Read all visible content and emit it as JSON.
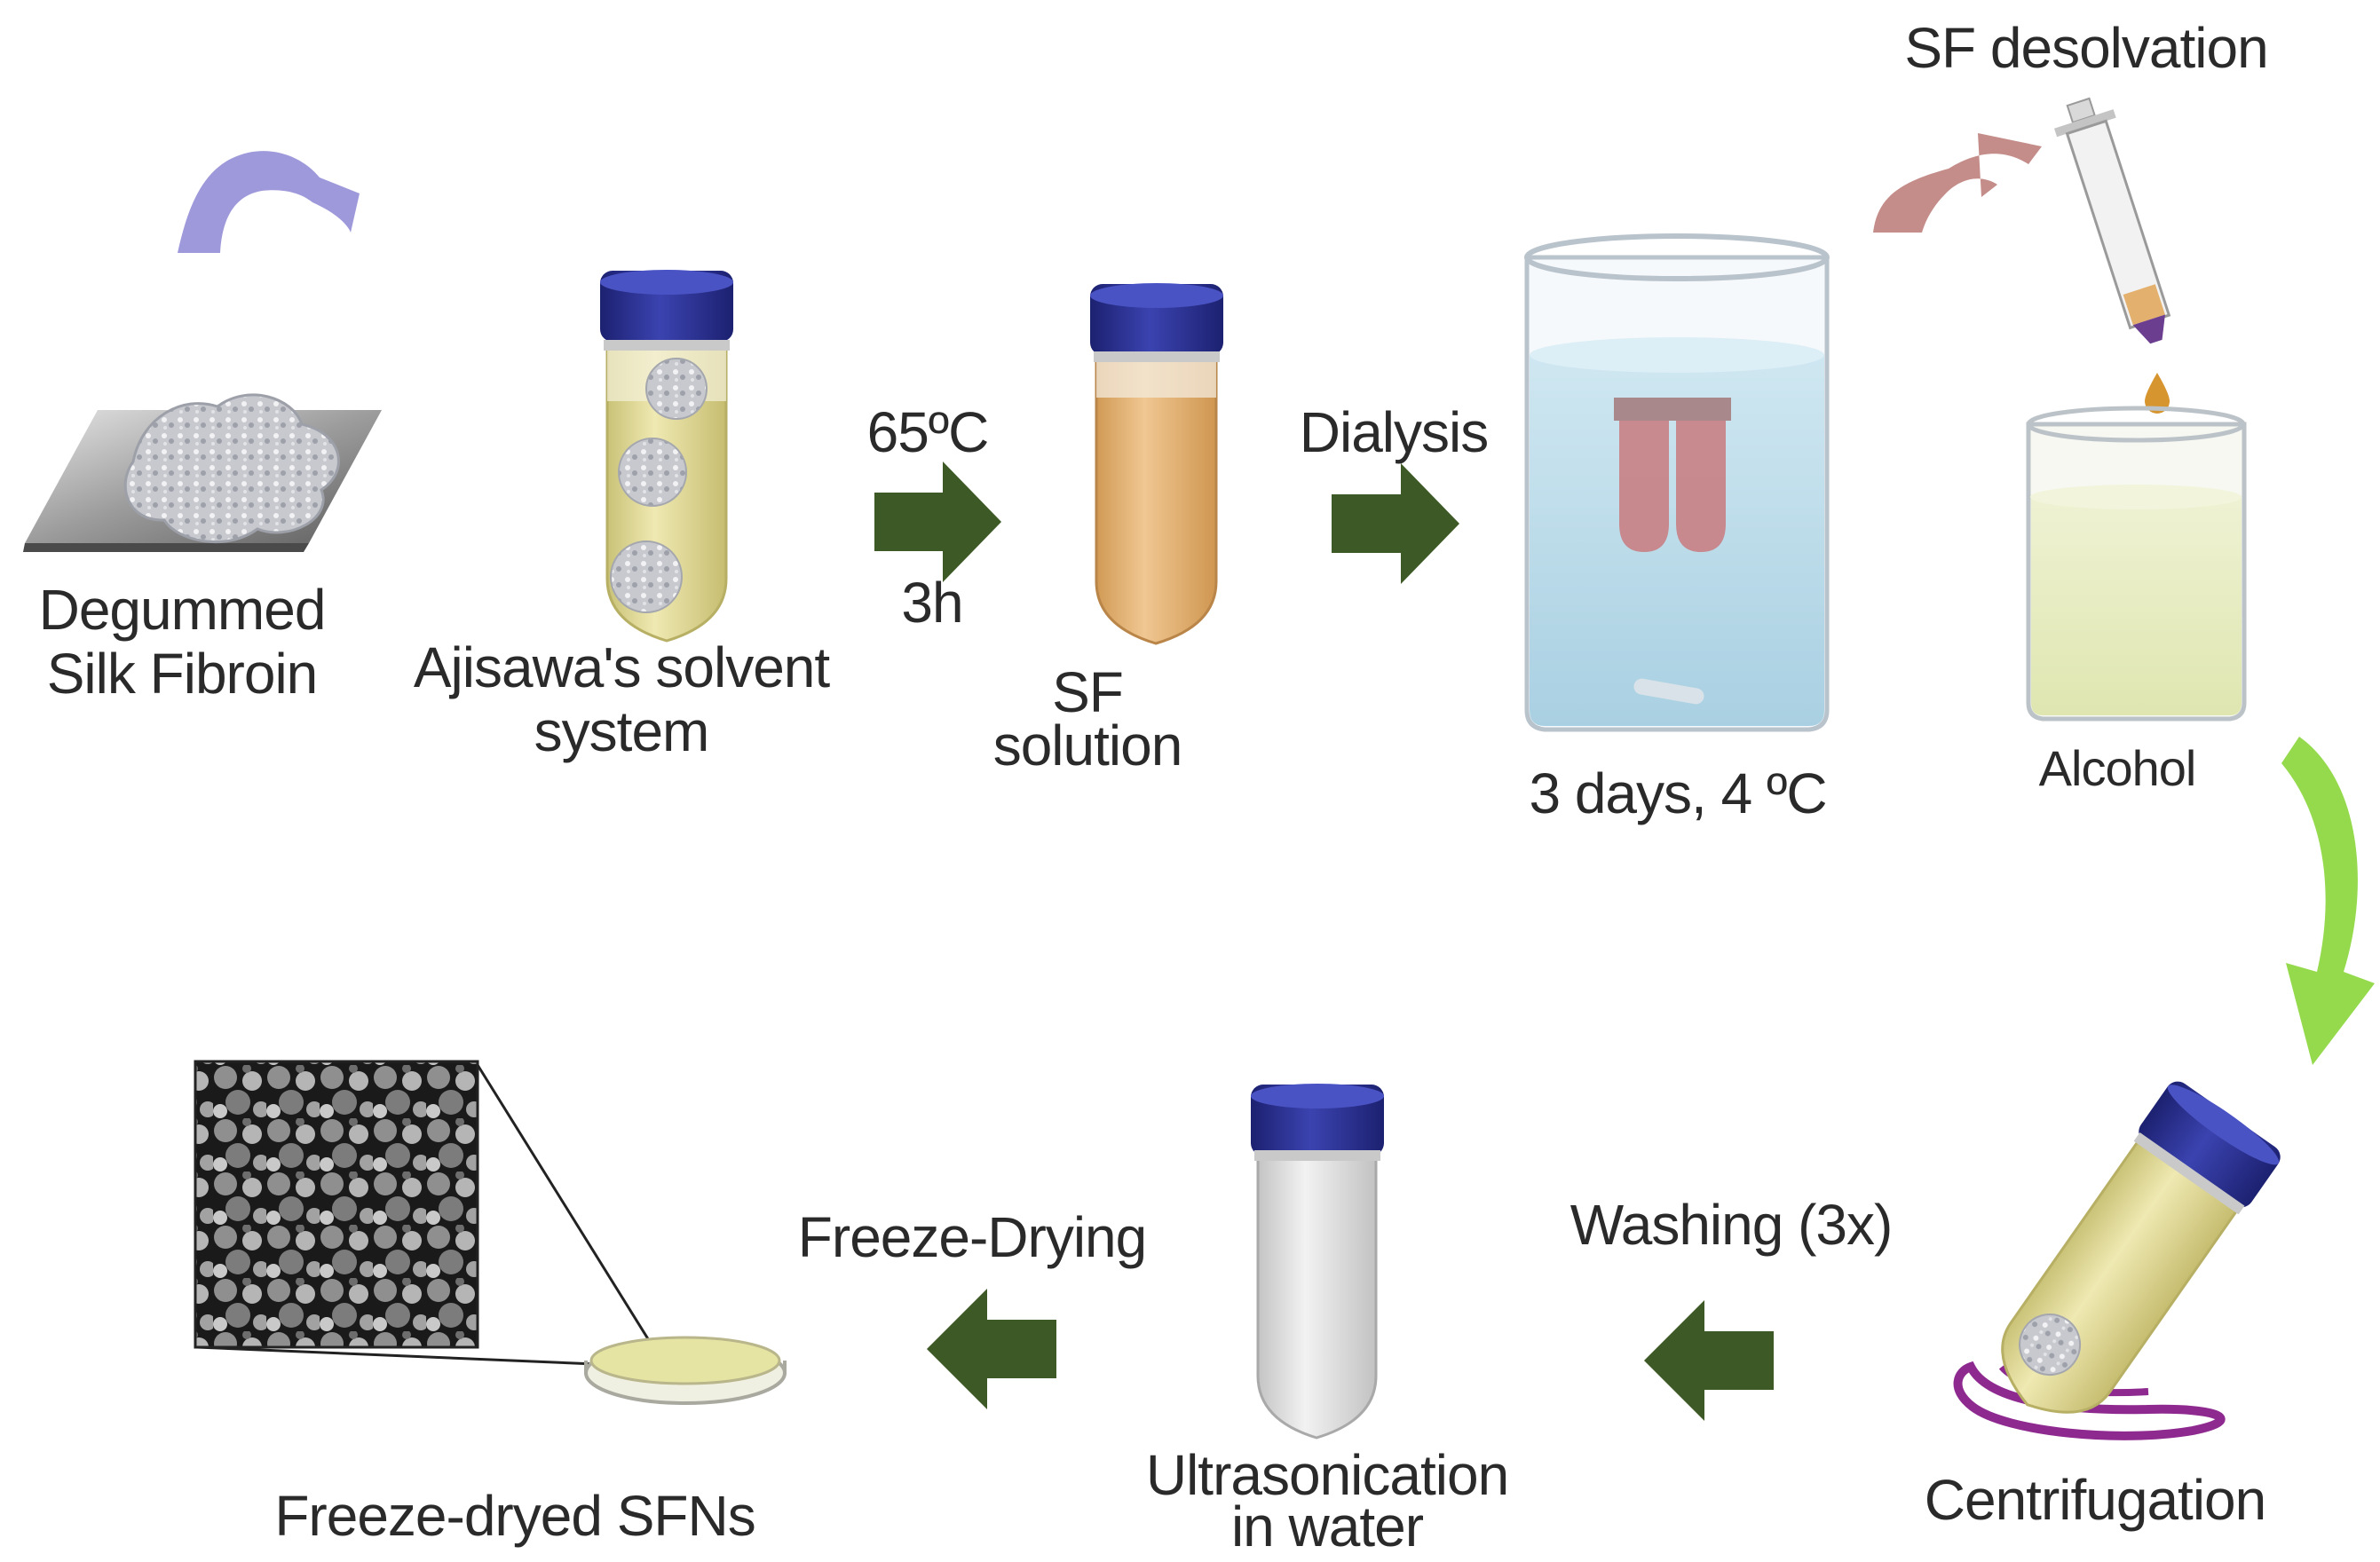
{
  "labels": {
    "degummed": [
      "Degummed",
      "Silk Fibroin"
    ],
    "ajisawa": [
      "Ajisawa's solvent",
      "system"
    ],
    "temp": "65ºC",
    "time": "3h",
    "sf_solution": [
      "SF",
      "solution"
    ],
    "dialysis": "Dialysis",
    "dialysis_cond": "3 days, 4 ºC",
    "desolvation": "SF desolvation",
    "alcohol": "Alcohol",
    "centrifugation": "Centrifugation",
    "washing": "Washing (3x)",
    "ultrasonication": [
      "Ultrasonication",
      "in water"
    ],
    "freeze_drying": "Freeze-Drying",
    "freeze_dryed": "Freeze-dryed SFNs"
  },
  "colors": {
    "process_arrow": "#3d5a26",
    "curve_blue": "#8d87d3",
    "curve_red": "#b5706c",
    "curve_green": "#8ad63a",
    "cap": "#2b3190",
    "tube_yellow": "#e3dc98",
    "tube_orange": "#e3b06e",
    "tube_grey": "#dcdcdc",
    "swirl": "#8e2a8f",
    "beaker_water": "#b9dbe9",
    "beaker_alcohol": "#e8eec4"
  }
}
